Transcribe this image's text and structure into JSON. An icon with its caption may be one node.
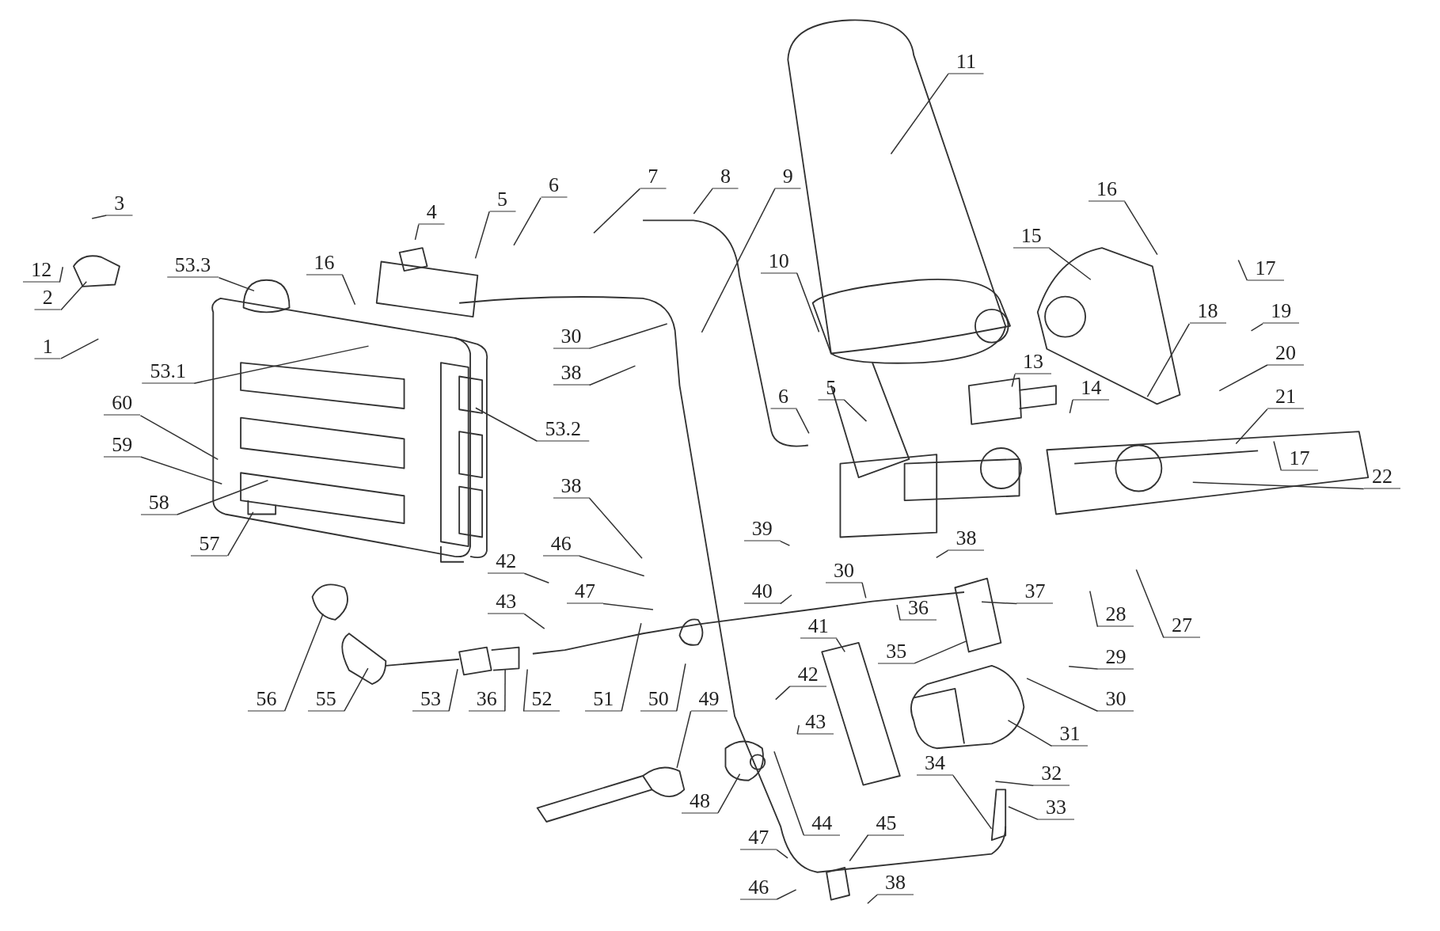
{
  "diagram": {
    "nodes": [
      {
        "text": [
          "3"
        ]
      },
      {
        "text": [
          "12"
        ]
      },
      {
        "text": [
          "2"
        ]
      },
      {
        "text": [
          "1"
        ]
      },
      {
        "text": [
          "53.3"
        ]
      },
      {
        "text": [
          "16"
        ]
      },
      {
        "text": [
          "4"
        ]
      },
      {
        "text": [
          "5"
        ]
      },
      {
        "text": [
          "6"
        ]
      },
      {
        "text": [
          "7"
        ]
      },
      {
        "text": [
          "8"
        ]
      },
      {
        "text": [
          "9"
        ]
      },
      {
        "text": [
          "11"
        ]
      },
      {
        "text": [
          "10"
        ]
      },
      {
        "text": [
          "15"
        ]
      },
      {
        "text": [
          "16"
        ]
      },
      {
        "text": [
          "17"
        ]
      },
      {
        "text": [
          "18"
        ]
      },
      {
        "text": [
          "19"
        ]
      },
      {
        "text": [
          "20"
        ]
      },
      {
        "text": [
          "21"
        ]
      },
      {
        "text": [
          "53.1"
        ]
      },
      {
        "text": [
          "30"
        ]
      },
      {
        "text": [
          "38"
        ]
      },
      {
        "text": [
          "13"
        ]
      },
      {
        "text": [
          "14"
        ]
      },
      {
        "text": [
          "6"
        ]
      },
      {
        "text": [
          "5"
        ]
      },
      {
        "text": [
          "60"
        ]
      },
      {
        "text": [
          "59"
        ]
      },
      {
        "text": [
          "53.2"
        ]
      },
      {
        "text": [
          "17"
        ]
      },
      {
        "text": [
          "22"
        ]
      },
      {
        "text": [
          "58"
        ]
      },
      {
        "text": [
          "38"
        ]
      },
      {
        "text": [
          "57"
        ]
      },
      {
        "text": [
          "39"
        ]
      },
      {
        "text": [
          "38"
        ]
      },
      {
        "text": [
          "46"
        ]
      },
      {
        "text": [
          "42"
        ]
      },
      {
        "text": [
          "47"
        ]
      },
      {
        "text": [
          "30"
        ]
      },
      {
        "text": [
          "43"
        ]
      },
      {
        "text": [
          "40"
        ]
      },
      {
        "text": [
          "36"
        ]
      },
      {
        "text": [
          "37"
        ]
      },
      {
        "text": [
          "28"
        ]
      },
      {
        "text": [
          "27"
        ]
      },
      {
        "text": [
          "41"
        ]
      },
      {
        "text": [
          "35"
        ]
      },
      {
        "text": [
          "29"
        ]
      },
      {
        "text": [
          "42"
        ]
      },
      {
        "text": [
          "56"
        ]
      },
      {
        "text": [
          "55"
        ]
      },
      {
        "text": [
          "53"
        ]
      },
      {
        "text": [
          "36"
        ]
      },
      {
        "text": [
          "52"
        ]
      },
      {
        "text": [
          "51"
        ]
      },
      {
        "text": [
          "50"
        ]
      },
      {
        "text": [
          "49"
        ]
      },
      {
        "text": [
          "30"
        ]
      },
      {
        "text": [
          "43"
        ]
      },
      {
        "text": [
          "31"
        ]
      },
      {
        "text": [
          "48"
        ]
      },
      {
        "text": [
          "34"
        ]
      },
      {
        "text": [
          "32"
        ]
      },
      {
        "text": [
          "33"
        ]
      },
      {
        "text": [
          "47"
        ]
      },
      {
        "text": [
          "44"
        ]
      },
      {
        "text": [
          "45"
        ]
      },
      {
        "text": [
          "46"
        ]
      },
      {
        "text": [
          "38"
        ]
      }
    ],
    "edges": [
      {
        "from": 0,
        "to": null,
        "arrow": "none"
      },
      {
        "from": 1,
        "to": null,
        "arrow": "none"
      },
      {
        "from": 2,
        "to": null,
        "arrow": "none"
      },
      {
        "from": 3,
        "to": null,
        "arrow": "none"
      },
      {
        "from": 4,
        "to": null,
        "arrow": "none"
      },
      {
        "from": 5,
        "to": null,
        "arrow": "none"
      },
      {
        "from": 6,
        "to": null,
        "arrow": "none"
      },
      {
        "from": 7,
        "to": null,
        "arrow": "none"
      },
      {
        "from": 8,
        "to": null,
        "arrow": "none"
      },
      {
        "from": 9,
        "to": null,
        "arrow": "none"
      },
      {
        "from": 10,
        "to": null,
        "arrow": "none"
      },
      {
        "from": 11,
        "to": null,
        "arrow": "none"
      },
      {
        "from": 12,
        "to": null,
        "arrow": "none"
      },
      {
        "from": 13,
        "to": null,
        "arrow": "none"
      },
      {
        "from": 14,
        "to": null,
        "arrow": "none"
      },
      {
        "from": 15,
        "to": null,
        "arrow": "none"
      },
      {
        "from": 16,
        "to": null,
        "arrow": "none"
      },
      {
        "from": 17,
        "to": null,
        "arrow": "none"
      },
      {
        "from": 18,
        "to": null,
        "arrow": "none"
      },
      {
        "from": 19,
        "to": null,
        "arrow": "none"
      },
      {
        "from": 20,
        "to": null,
        "arrow": "none"
      },
      {
        "from": 21,
        "to": null,
        "arrow": "none"
      },
      {
        "from": 22,
        "to": null,
        "arrow": "none"
      },
      {
        "from": 23,
        "to": null,
        "arrow": "none"
      },
      {
        "from": 24,
        "to": null,
        "arrow": "none"
      },
      {
        "from": 25,
        "to": null,
        "arrow": "none"
      },
      {
        "from": 26,
        "to": null,
        "arrow": "none"
      },
      {
        "from": 27,
        "to": null,
        "arrow": "none"
      },
      {
        "from": 28,
        "to": null,
        "arrow": "none"
      },
      {
        "from": 29,
        "to": null,
        "arrow": "none"
      },
      {
        "from": 30,
        "to": null,
        "arrow": "none"
      },
      {
        "from": 31,
        "to": null,
        "arrow": "none"
      },
      {
        "from": 32,
        "to": null,
        "arrow": "none"
      },
      {
        "from": 33,
        "to": null,
        "arrow": "none"
      },
      {
        "from": 34,
        "to": null,
        "arrow": "none"
      },
      {
        "from": 35,
        "to": null,
        "arrow": "none"
      },
      {
        "from": 36,
        "to": null,
        "arrow": "none"
      },
      {
        "from": 37,
        "to": null,
        "arrow": "none"
      },
      {
        "from": 38,
        "to": null,
        "arrow": "none"
      },
      {
        "from": 39,
        "to": null,
        "arrow": "none"
      },
      {
        "from": 40,
        "to": null,
        "arrow": "none"
      },
      {
        "from": 41,
        "to": null,
        "arrow": "none"
      },
      {
        "from": 42,
        "to": null,
        "arrow": "none"
      },
      {
        "from": 43,
        "to": null,
        "arrow": "none"
      },
      {
        "from": 44,
        "to": null,
        "arrow": "none"
      },
      {
        "from": 45,
        "to": null,
        "arrow": "none"
      },
      {
        "from": 46,
        "to": null,
        "arrow": "none"
      },
      {
        "from": 47,
        "to": null,
        "arrow": "none"
      },
      {
        "from": 48,
        "to": null,
        "arrow": "none"
      },
      {
        "from": 49,
        "to": null,
        "arrow": "none"
      },
      {
        "from": 50,
        "to": null,
        "arrow": "none"
      },
      {
        "from": 51,
        "to": null,
        "arrow": "none"
      },
      {
        "from": 52,
        "to": null,
        "arrow": "none"
      },
      {
        "from": 53,
        "to": null,
        "arrow": "none"
      },
      {
        "from": 54,
        "to": null,
        "arrow": "none"
      },
      {
        "from": 55,
        "to": null,
        "arrow": "none"
      },
      {
        "from": 56,
        "to": null,
        "arrow": "none"
      },
      {
        "from": 57,
        "to": null,
        "arrow": "none"
      },
      {
        "from": 58,
        "to": null,
        "arrow": "none"
      },
      {
        "from": 59,
        "to": null,
        "arrow": "none"
      },
      {
        "from": 60,
        "to": null,
        "arrow": "none"
      },
      {
        "from": 61,
        "to": null,
        "arrow": "none"
      },
      {
        "from": 62,
        "to": null,
        "arrow": "none"
      },
      {
        "from": 63,
        "to": null,
        "arrow": "none"
      },
      {
        "from": 64,
        "to": null,
        "arrow": "none"
      },
      {
        "from": 65,
        "to": null,
        "arrow": "none"
      },
      {
        "from": 66,
        "to": null,
        "arrow": "none"
      },
      {
        "from": 67,
        "to": null,
        "arrow": "none"
      },
      {
        "from": 68,
        "to": null,
        "arrow": "none"
      },
      {
        "from": 69,
        "to": null,
        "arrow": "none"
      },
      {
        "from": 70,
        "to": null,
        "arrow": "none"
      },
      {
        "from": 71,
        "to": null,
        "arrow": "none"
      }
    ]
  }
}
